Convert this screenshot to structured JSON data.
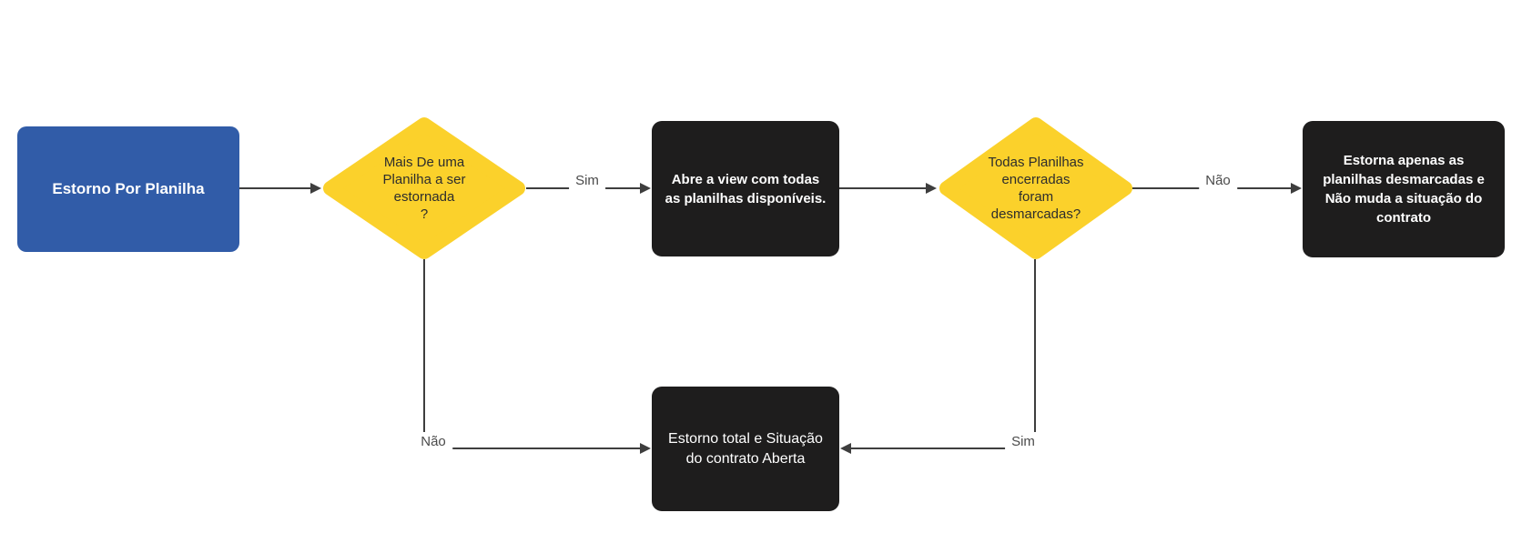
{
  "colors": {
    "canvas": "#ffffff",
    "node-blue": "#315CA8",
    "node-yellow": "#FBD12B",
    "node-black": "#1E1D1D",
    "box-text": "#FFFFFF",
    "diamond-text": "#2D2D2D",
    "line": "#3E3E3E",
    "edge-label": "#4A4A4A"
  },
  "nodes": {
    "start": {
      "label": "Estorno Por Planilha"
    },
    "decision_multi": {
      "label": "Mais De uma\nPlanilha a ser\nestornada\n?"
    },
    "open_view": {
      "label": "Abre a view com todas\nas planilhas disponíveis."
    },
    "decision_unmarked": {
      "label": "Todas Planilhas\nencerradas\nforam\ndesmarcadas?"
    },
    "partial_reversal": {
      "label": "Estorna apenas as\nplanilhas desmarcadas e\nNão muda a situação do\ncontrato"
    },
    "total_reversal": {
      "label": "Estorno total e Situação\ndo contrato Aberta"
    }
  },
  "edge_labels": {
    "multi_yes": "Sim",
    "multi_no": "Não",
    "unmarked_no": "Não",
    "unmarked_yes": "Sim"
  }
}
